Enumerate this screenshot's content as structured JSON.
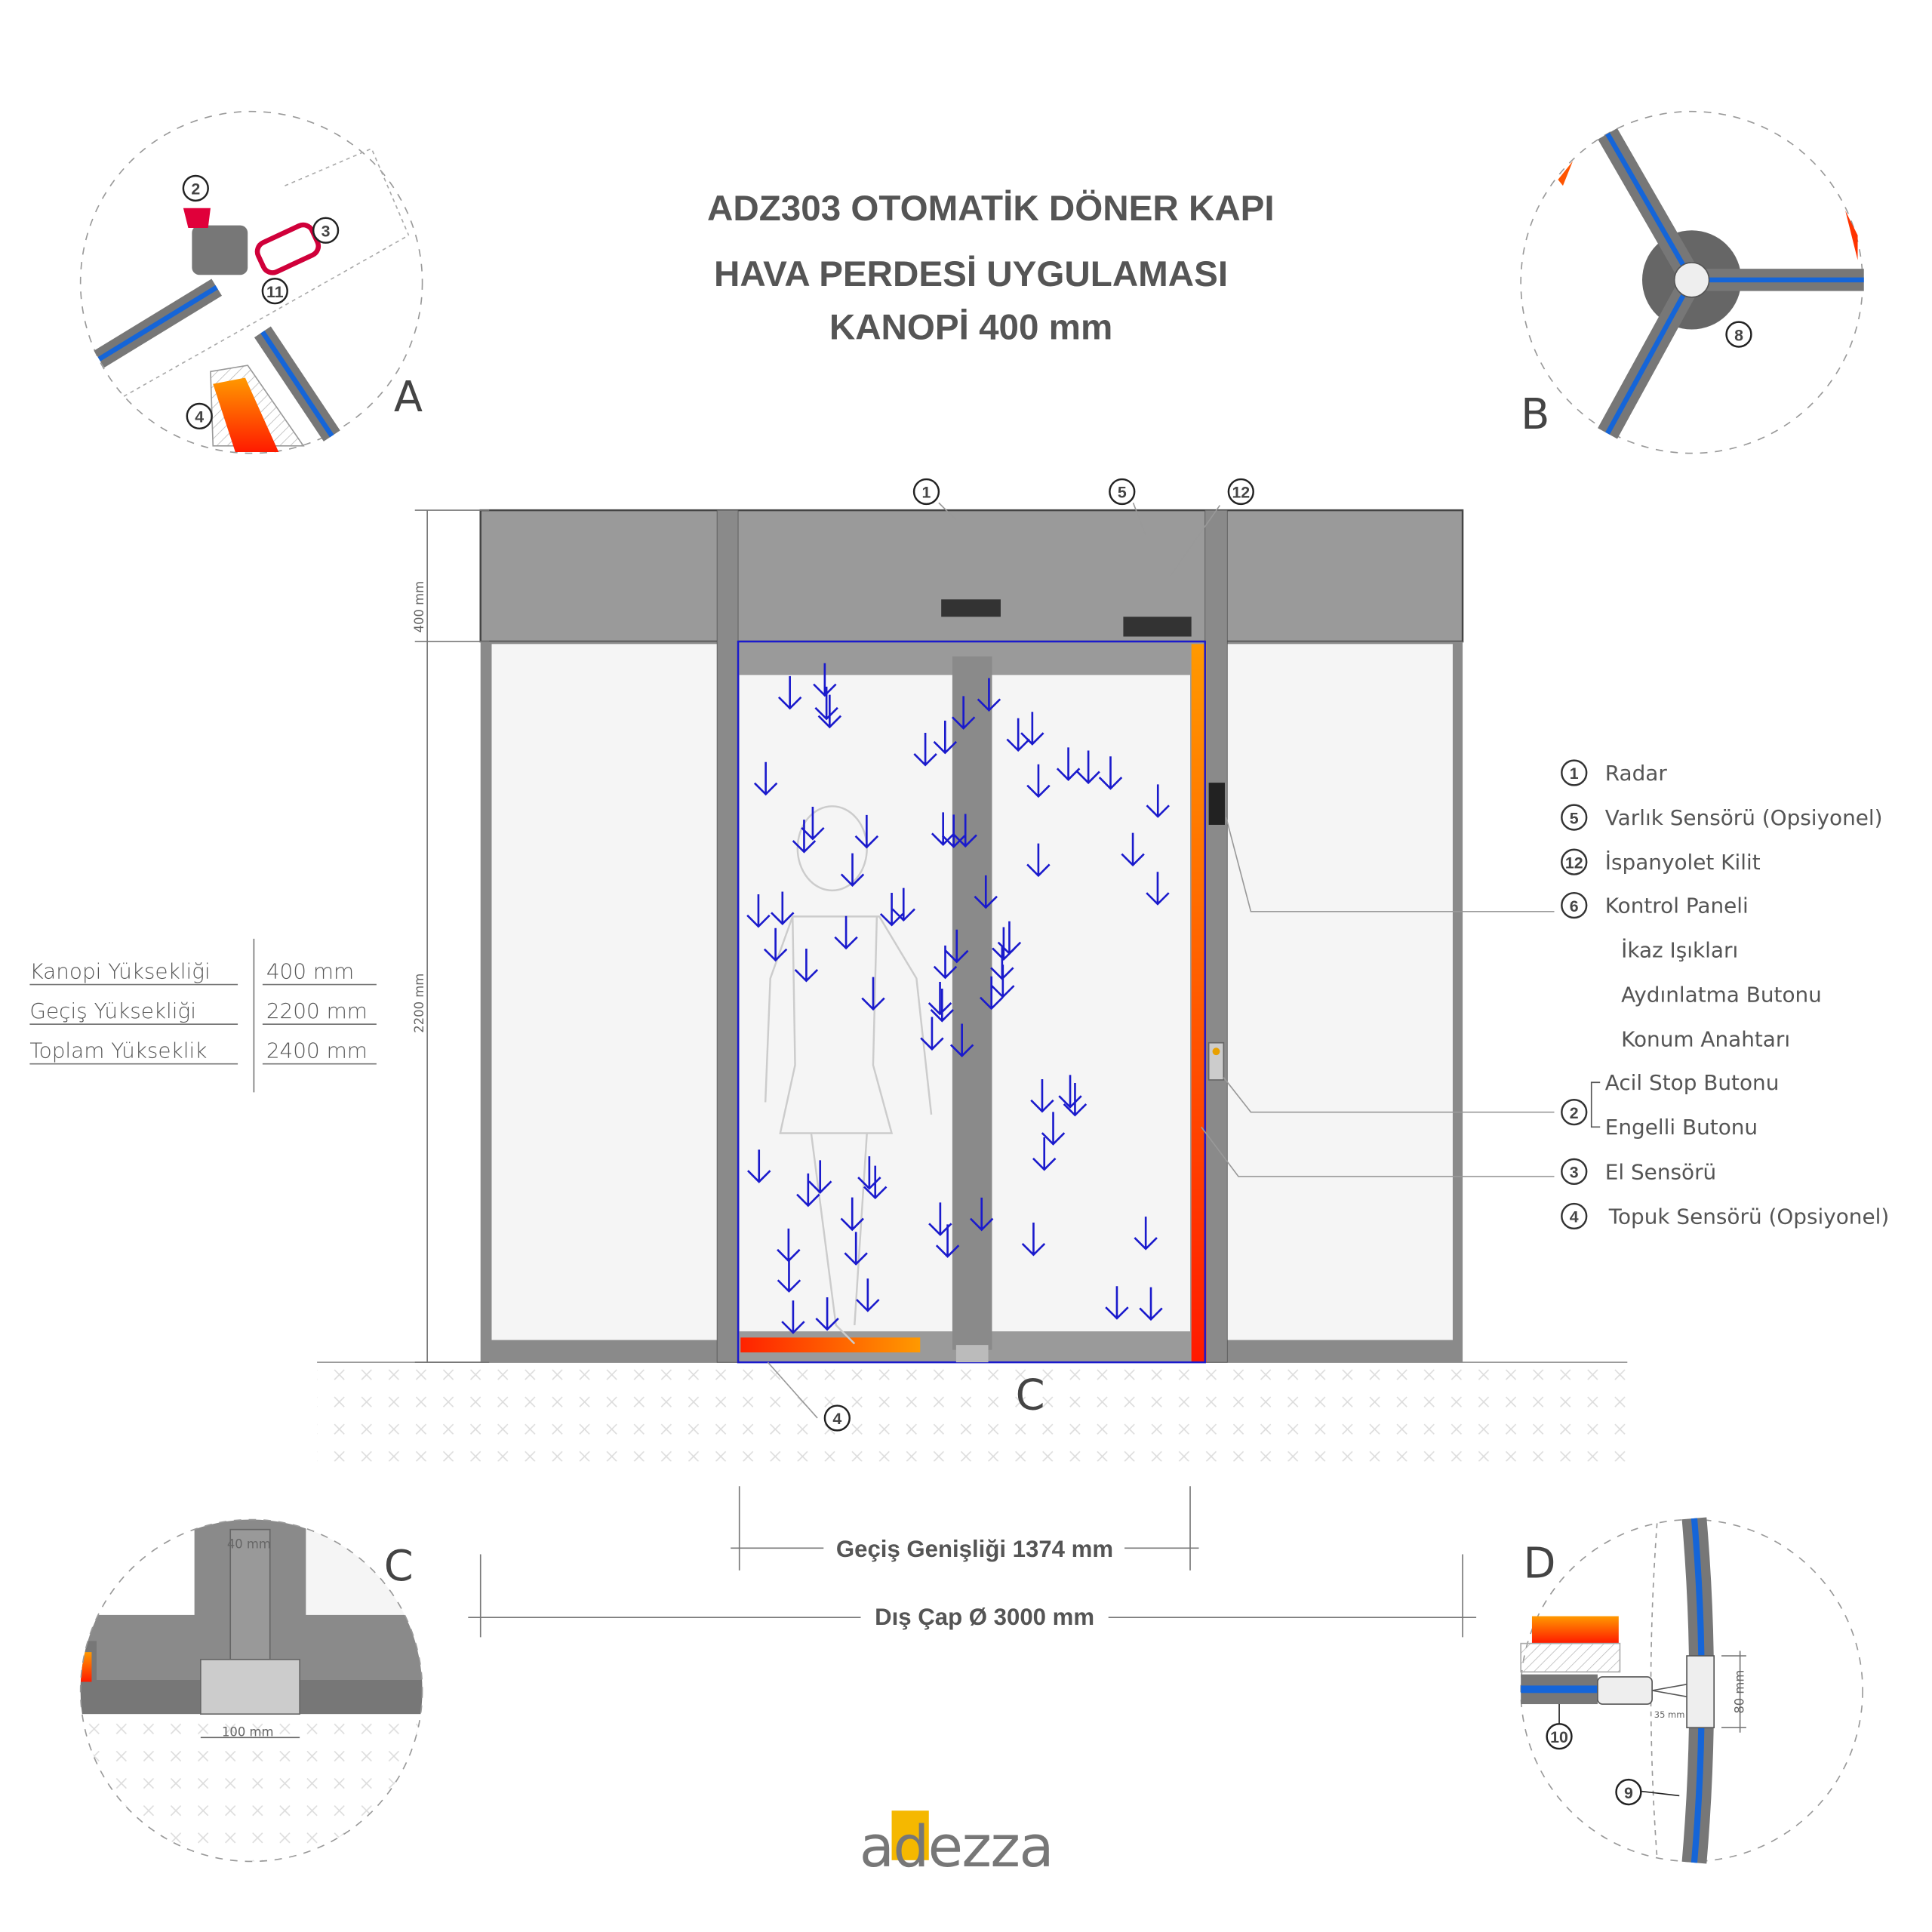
{
  "title": {
    "line1": "ADZ303 OTOMATİK DÖNER KAPI",
    "line2": "HAVA PERDESİ UYGULAMASI",
    "line3": "KANOPİ 400 mm"
  },
  "detail_letters": {
    "A": "A",
    "B": "B",
    "C": "C",
    "D": "D",
    "C_front": "C"
  },
  "callouts": {
    "A": [
      "2",
      "3",
      "11",
      "4"
    ],
    "B": [
      "8"
    ],
    "front": [
      "1",
      "5",
      "12",
      "4"
    ],
    "D": [
      "10",
      "9"
    ]
  },
  "legend": [
    {
      "num": "1",
      "label": "Radar"
    },
    {
      "num": "5",
      "label": "Varlık Sensörü (Opsiyonel)"
    },
    {
      "num": "12",
      "label": "İspanyolet Kilit"
    },
    {
      "num": "6",
      "label": "Kontrol Paneli"
    },
    {
      "num": "",
      "label": "İkaz Işıkları"
    },
    {
      "num": "",
      "label": "Aydınlatma Butonu"
    },
    {
      "num": "",
      "label": "Konum Anahtarı"
    },
    {
      "num": "2",
      "label": "Acil Stop Butonu"
    },
    {
      "num": "",
      "label": "Engelli  Butonu"
    },
    {
      "num": "3",
      "label": "El Sensörü"
    },
    {
      "num": "4",
      "label": "Topuk Sensörü (Opsiyonel)"
    }
  ],
  "heights": [
    {
      "label": "Kanopi Yüksekliği",
      "value": "400 mm"
    },
    {
      "label": "Geçiş Yüksekliği",
      "value": "2200 mm"
    },
    {
      "label": "Toplam Yükseklik",
      "value": "2400 mm"
    }
  ],
  "dimensions": {
    "canopy_vertical": "400 mm",
    "passage_vertical": "2200 mm",
    "passage_width": "Geçiş Genişliği 1374 mm",
    "outer_diameter": "Dış Çap Ø 3000 mm",
    "detail_c_top": "40 mm",
    "detail_c_bottom": "100 mm",
    "detail_d_gap": "35 mm",
    "detail_d_profile": "80 mm"
  },
  "brand": {
    "name": "adezza",
    "accent": "#f5b800"
  },
  "colors": {
    "frame": "#8a8a8a",
    "glass_blue": "#1565d8",
    "air_arrow": "#1a1acc",
    "heater": "#ff3300"
  }
}
